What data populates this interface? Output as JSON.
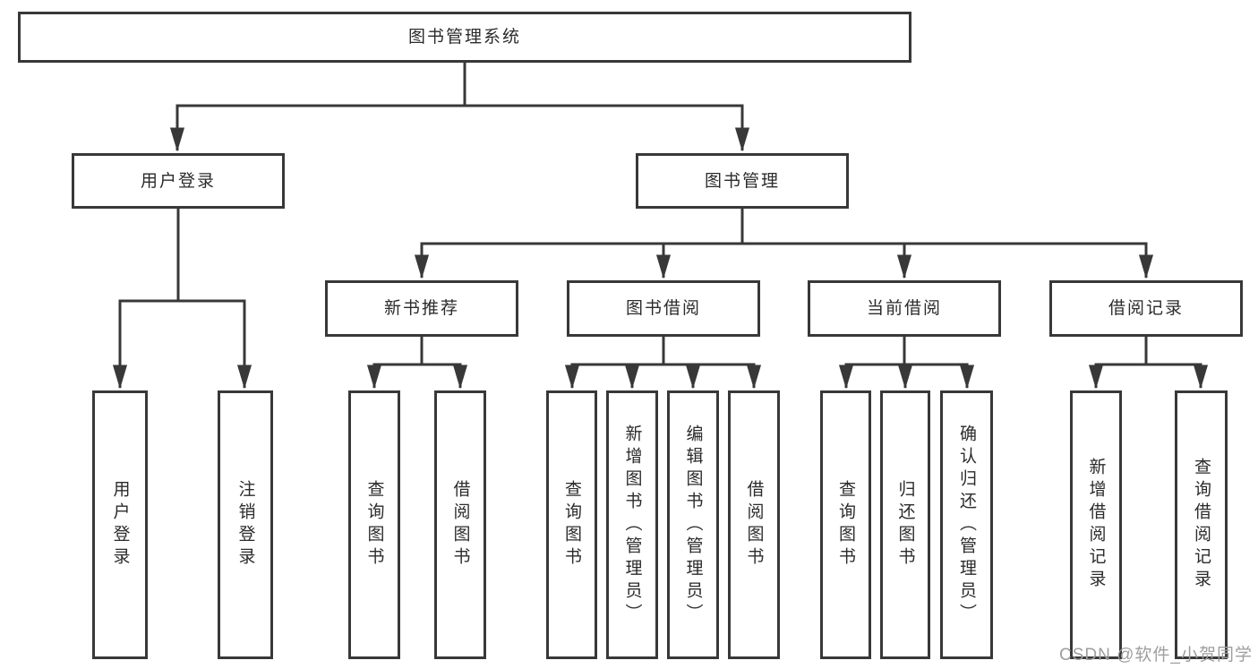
{
  "diagram": {
    "root": "图书管理系统",
    "branches": [
      {
        "label": "用户登录",
        "children": [
          "用户登录",
          "注销登录"
        ]
      },
      {
        "label": "图书管理",
        "sections": [
          {
            "label": "新书推荐",
            "children": [
              "查询图书",
              "借阅图书"
            ]
          },
          {
            "label": "图书借阅",
            "children": [
              "查询图书",
              "新增图书（管理员）",
              "编辑图书（管理员）",
              "借阅图书"
            ]
          },
          {
            "label": "当前借阅",
            "children": [
              "查询图书",
              "归还图书",
              "确认归还（管理员）"
            ]
          },
          {
            "label": "借阅记录",
            "children": [
              "新增借阅记录",
              "查询借阅记录"
            ]
          }
        ]
      }
    ]
  },
  "colors": {
    "line": "#383838",
    "text": "#2b2b2b",
    "watermark_gray": "#9e9e9e",
    "background": "#ffffff"
  },
  "watermark": {
    "text": "CSDN @软件_小贺同学"
  }
}
